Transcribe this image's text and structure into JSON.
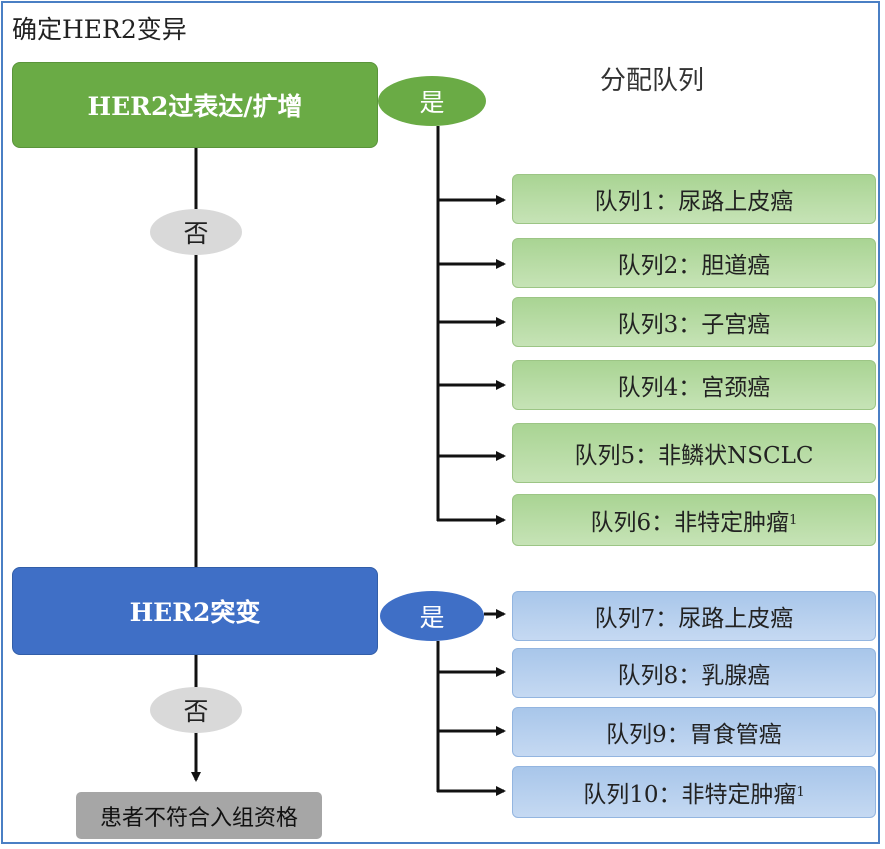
{
  "title": "确定HER2变异",
  "assign_label": "分配队列",
  "overexpression_label": "HER2过表达/扩增",
  "mutation_label": "HER2突变",
  "yes_label": "是",
  "no_label": "否",
  "ineligible_label": "患者不符合入组资格",
  "footnote_mark": "1",
  "cohorts": [
    {
      "text": "队列1：尿路上皮癌",
      "footnote": false,
      "group": "overexpression"
    },
    {
      "text": "队列2：胆道癌",
      "footnote": false,
      "group": "overexpression"
    },
    {
      "text": "队列3：子宫癌",
      "footnote": false,
      "group": "overexpression"
    },
    {
      "text": "队列4：宫颈癌",
      "footnote": false,
      "group": "overexpression"
    },
    {
      "text": "队列5：非鳞状NSCLC",
      "footnote": false,
      "group": "overexpression"
    },
    {
      "text": "队列6：非特定肿瘤",
      "footnote": true,
      "group": "overexpression"
    },
    {
      "text": "队列7：尿路上皮癌",
      "footnote": false,
      "group": "mutation"
    },
    {
      "text": "队列8：乳腺癌",
      "footnote": false,
      "group": "mutation"
    },
    {
      "text": "队列9：胃食管癌",
      "footnote": false,
      "group": "mutation"
    },
    {
      "text": "队列10：非特定肿瘤",
      "footnote": true,
      "group": "mutation"
    }
  ],
  "colors": {
    "green": "#6aab45",
    "blue": "#3f6fc6",
    "gray": "#a6a6a6",
    "frame": "#4a7fc4"
  }
}
